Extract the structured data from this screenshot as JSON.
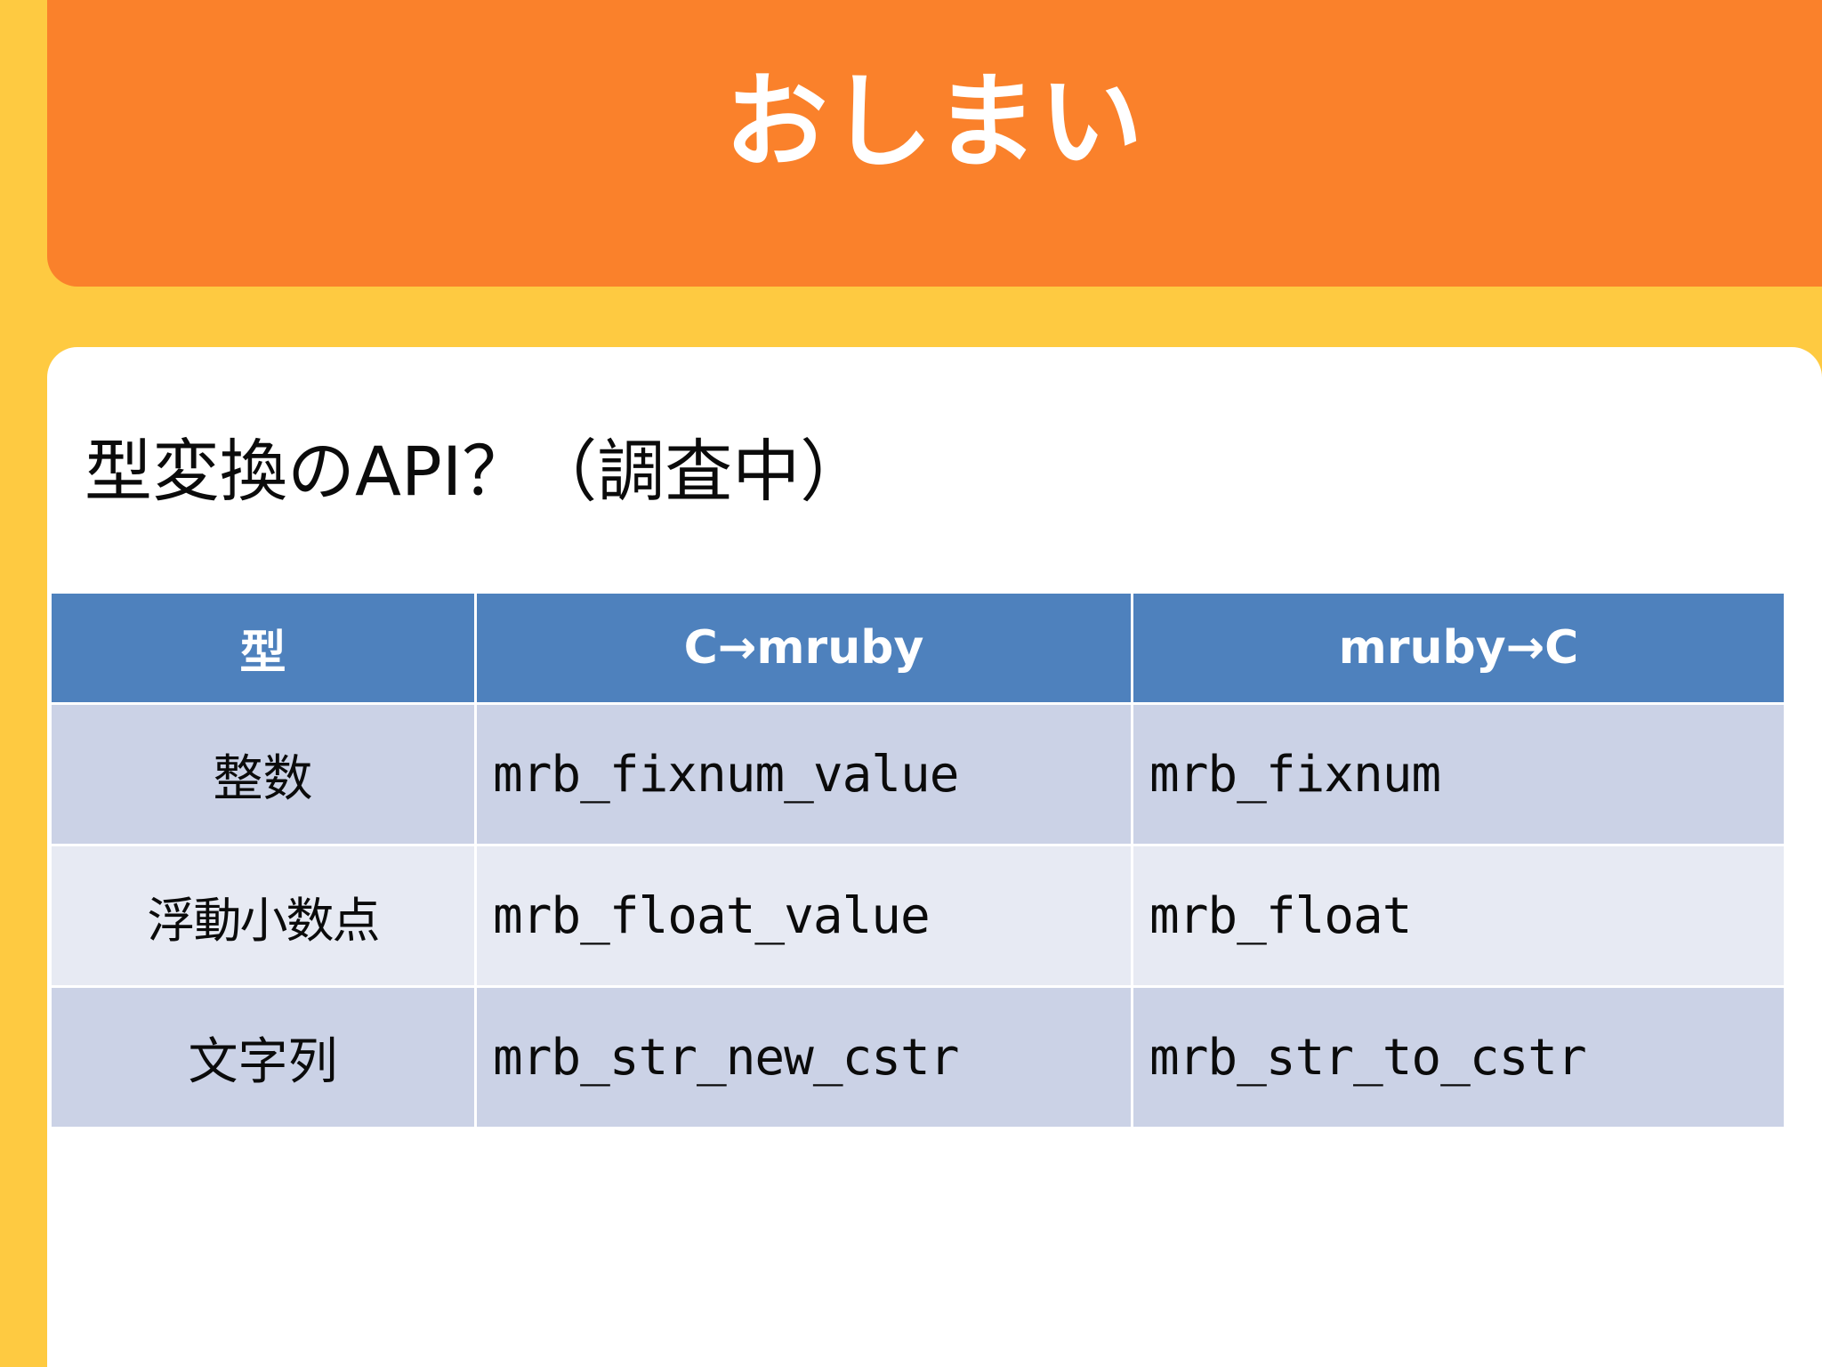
{
  "slide": {
    "title": "おしまい",
    "section_heading": "型変換のAPI？（調査中）"
  },
  "colors": {
    "background_yellow": "#FECA41",
    "banner_orange": "#FA812B",
    "card_white": "#FFFFFF",
    "table_header_blue": "#4E81BD",
    "row_odd": "#CBD2E6",
    "row_even": "#E7EAF3",
    "text_black": "#0B0B0B",
    "header_text_white": "#FFFFFF"
  },
  "table": {
    "headers": [
      "型",
      "C→mruby",
      "mruby→C"
    ],
    "rows": [
      {
        "type": "整数",
        "c_to_mruby": "mrb_fixnum_value",
        "mruby_to_c": "mrb_fixnum"
      },
      {
        "type": "浮動小数点",
        "c_to_mruby": "mrb_float_value",
        "mruby_to_c": "mrb_float"
      },
      {
        "type": "文字列",
        "c_to_mruby": "mrb_str_new_cstr",
        "mruby_to_c": "mrb_str_to_cstr"
      }
    ]
  }
}
